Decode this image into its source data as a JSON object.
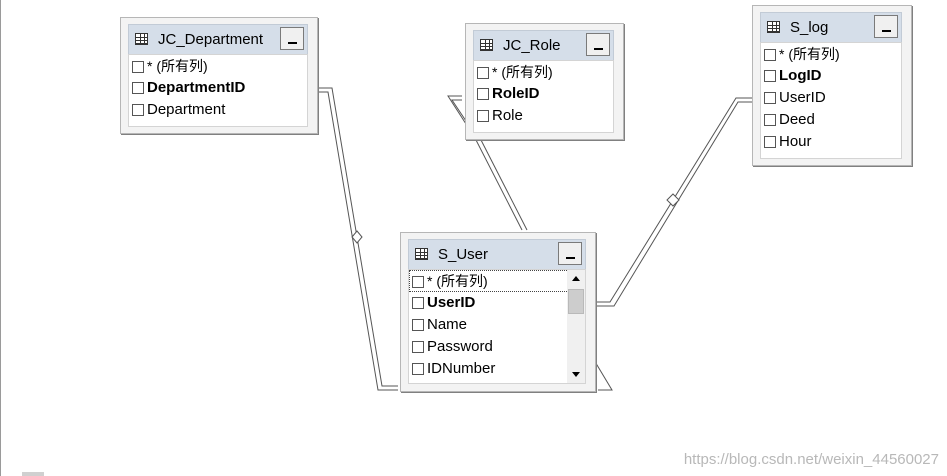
{
  "tables": [
    {
      "key": "jc_department",
      "title": "JC_Department",
      "columns": [
        {
          "label": "* (所有列)",
          "pk": false
        },
        {
          "label": "DepartmentID",
          "pk": true
        },
        {
          "label": "Department",
          "pk": false
        }
      ],
      "scrollbar": false
    },
    {
      "key": "jc_role",
      "title": "JC_Role",
      "columns": [
        {
          "label": "* (所有列)",
          "pk": false
        },
        {
          "label": "RoleID",
          "pk": true
        },
        {
          "label": "Role",
          "pk": false
        }
      ],
      "scrollbar": false
    },
    {
      "key": "s_log",
      "title": "S_log",
      "columns": [
        {
          "label": "* (所有列)",
          "pk": false
        },
        {
          "label": "LogID",
          "pk": true
        },
        {
          "label": "UserID",
          "pk": false
        },
        {
          "label": "Deed",
          "pk": false
        },
        {
          "label": "Hour",
          "pk": false
        }
      ],
      "scrollbar": false
    },
    {
      "key": "s_user",
      "title": "S_User",
      "columns": [
        {
          "label": "* (所有列)",
          "pk": false
        },
        {
          "label": "UserID",
          "pk": true
        },
        {
          "label": "Name",
          "pk": false
        },
        {
          "label": "Password",
          "pk": false
        },
        {
          "label": "IDNumber",
          "pk": false
        }
      ],
      "scrollbar": true
    }
  ],
  "colors": {
    "header_bg": "#d5dee9",
    "panel_bg": "#f3f3f3",
    "link_line": "#555555"
  },
  "watermark": "https://blog.csdn.net/weixin_44560027"
}
